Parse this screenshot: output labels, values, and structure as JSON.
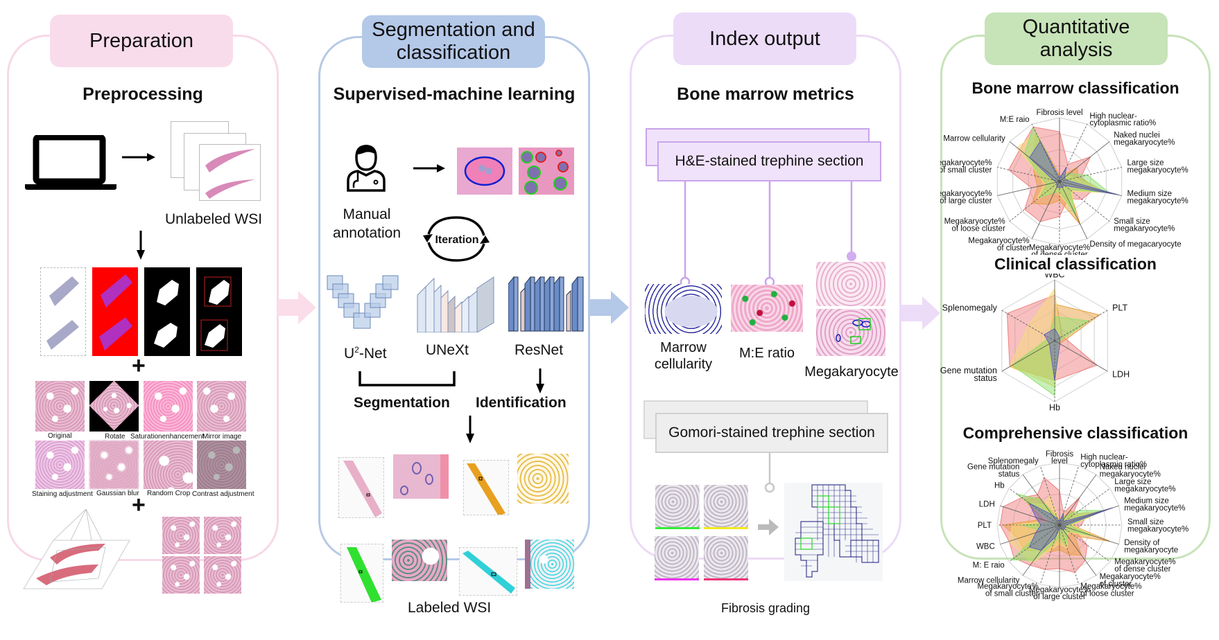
{
  "colors": {
    "preparation": "#f9dceb",
    "segmentation": "#b4c8e8",
    "index": "#ecdcf8",
    "quantitative": "#c7e3b8",
    "radar_red": "#f08080",
    "radar_orange": "#f0a050",
    "radar_yellow": "#f5e08a",
    "radar_blue": "#7070c0",
    "radar_green": "#90e070"
  },
  "panels": [
    {
      "header": "Preparation",
      "subtitle": "Preprocessing",
      "unlabeled_wsi": "Unlabeled WSI",
      "augmentations_row1": [
        "Original",
        "Rotate",
        "Saturationenhancement",
        "Mirror image"
      ],
      "augmentations_row2": [
        "Staining adjustment",
        "Gaussian blur",
        "Random Crop",
        "Contrast adjustment"
      ],
      "icons": [
        "laptop-icon",
        "arrow-right-icon",
        "arrow-down-icon",
        "plus-icon"
      ]
    },
    {
      "header_line1": "Segmentation and",
      "header_line2": "classification",
      "subtitle": "Supervised-machine learning",
      "manual_annotation_line1": "Manual",
      "manual_annotation_line2": "annotation",
      "iteration": "Iteration",
      "models": [
        {
          "name_prefix": "U",
          "name_sup": "2",
          "name_suffix": "-Net"
        },
        {
          "name": "UNeXt"
        },
        {
          "name": "ResNet"
        }
      ],
      "segmentation": "Segmentation",
      "identification": "Identification",
      "labeled_wsi": "Labeled WSI"
    },
    {
      "header": "Index output",
      "subtitle": "Bone marrow metrics",
      "he_section": "H&E-stained trephine section",
      "metrics": [
        {
          "line1": "Marrow",
          "line2": "cellularity"
        },
        {
          "line1": "M:E ratio"
        },
        {
          "line1": "Megakaryocyte"
        }
      ],
      "gomori_section": "Gomori-stained trephine section",
      "fibrosis": "Fibrosis grading",
      "fibrosis_grade_colors": [
        "#33ee33",
        "#f4e81c",
        "#ee33ee",
        "#ee3377"
      ]
    },
    {
      "header_line1": "Quantitative",
      "header_line2": "analysis"
    }
  ],
  "chart_data": [
    {
      "type": "radar",
      "title": "Bone marrow classification",
      "axes": [
        "Fibrosis level",
        "High nuclear-cytoplasmic ratio%",
        "Naked nuclei megakaryocyte%",
        "Large size megakaryocyte%",
        "Medium size megakaryocyte%",
        "Small size megakaryocyte%",
        "Density of megacaryocyte",
        "Megakaryocyte% of dense cluster",
        "Megakaryocyte% of  cluster",
        "Megakaryocyte% of loose cluster",
        "Megakaryocyte% of large cluster",
        "Megakaryocyte% of small cluster",
        "Marrow cellularity",
        "M:E raio"
      ],
      "axis_labels_display": [
        [
          "Fibrosis level"
        ],
        [
          "High nuclear-",
          "cytoplasmic ratio%"
        ],
        [
          "Naked nuclei",
          "megakaryocyte%"
        ],
        [
          "Large size",
          "megakaryocyte%"
        ],
        [
          "Medium size",
          "megakaryocyte%"
        ],
        [
          "Small size",
          "megakaryocyte%"
        ],
        [
          "Density of megacaryocyte"
        ],
        [
          "Megakaryocyte%",
          "of dense cluster"
        ],
        [
          "Megakaryocyte%",
          "of  cluster"
        ],
        [
          "Megakaryocyte%",
          "of loose cluster"
        ],
        [
          "Megakaryocyte%",
          "of large cluster"
        ],
        [
          "Megakaryocyte%",
          "of small cluster"
        ],
        [
          "Marrow cellularity"
        ],
        [
          "M:E raio"
        ]
      ],
      "range": [
        0,
        1
      ],
      "grid_levels": 4,
      "series": [
        {
          "name": "red",
          "color": "#f08080",
          "values": [
            0.78,
            0.3,
            0.62,
            0.35,
            0.55,
            0.45,
            0.3,
            0.55,
            0.7,
            0.7,
            0.45,
            0.82,
            0.8,
            0.95
          ]
        },
        {
          "name": "orange",
          "color": "#e9a040",
          "values": [
            0.1,
            0.1,
            0.35,
            0.3,
            0.75,
            0.2,
            0.75,
            0.3,
            0.4,
            0.55,
            0.35,
            0.4,
            0.55,
            0.85
          ]
        },
        {
          "name": "yellow",
          "color": "#f4de7a",
          "values": [
            0.05,
            0.15,
            0.15,
            0.25,
            0.78,
            0.25,
            0.55,
            0.2,
            0.15,
            0.45,
            0.25,
            0.3,
            0.85,
            0.85
          ]
        },
        {
          "name": "green",
          "color": "#90e070",
          "values": [
            0.05,
            0.1,
            0.2,
            0.45,
            0.8,
            0.2,
            0.6,
            0.15,
            0.2,
            0.4,
            0.2,
            0.3,
            0.7,
            0.95
          ]
        },
        {
          "name": "blue",
          "color": "#6060c0",
          "values": [
            0.05,
            0.25,
            0.1,
            0.1,
            0.95,
            0.1,
            0.1,
            0.1,
            0.1,
            0.05,
            0.05,
            0.1,
            0.6,
            0.7
          ]
        }
      ]
    },
    {
      "type": "radar",
      "title": "Clinical classification",
      "axes": [
        "WBC",
        "PLT",
        "LDH",
        "Hb",
        "Gene mutation status",
        "Splenomegaly"
      ],
      "axis_labels_display": [
        [
          "WBC"
        ],
        [
          "PLT"
        ],
        [
          "LDH"
        ],
        [
          "Hb"
        ],
        [
          "Gene mutation",
          "status"
        ],
        [
          "Splenomegaly"
        ]
      ],
      "range": [
        0,
        1
      ],
      "grid_levels": 4,
      "series": [
        {
          "name": "red",
          "color": "#f08080",
          "values": [
            0.75,
            0.15,
            0.8,
            0.65,
            0.85,
            0.9
          ]
        },
        {
          "name": "orange",
          "color": "#e9a040",
          "values": [
            0.6,
            0.85,
            0.1,
            0.65,
            0.85,
            0.1
          ]
        },
        {
          "name": "yellow",
          "color": "#f4de7a",
          "values": [
            0.85,
            0.1,
            0.1,
            0.75,
            0.85,
            0.5
          ]
        },
        {
          "name": "green",
          "color": "#90e070",
          "values": [
            0.4,
            0.65,
            0.05,
            0.9,
            0.8,
            0.1
          ]
        },
        {
          "name": "blue",
          "color": "#6060c0",
          "values": [
            0.2,
            0.1,
            0.1,
            0.65,
            0.1,
            0.2
          ]
        }
      ]
    },
    {
      "type": "radar",
      "title": "Comprehensive classification",
      "axes": [
        "Fibrosis level",
        "High nuclear-cytoplasmic ratio%",
        "Naked nuclei megakaryocyte%",
        "Large size megakaryocyte%",
        "Medium size megakaryocyte%",
        "Small size megakaryocyte%",
        "Density of megakaryocyte",
        "Megakaryocyte% of dense cluster",
        "Megakaryocyte% of  cluster",
        "Megakaryocyte% of loose cluster",
        "Megakaryocyte% of large cluster",
        "Megakaryocyte% of small cluster",
        "Marrow cellularity",
        "M: E raio",
        "WBC",
        "PLT",
        "LDH",
        "Hb",
        "Gene mutation status",
        "Splenomegaly"
      ],
      "axis_labels_display": [
        [
          "Fibrosis",
          "level"
        ],
        [
          "High nuclear-",
          "cytoplasmic ratio%"
        ],
        [
          "Naked nuclei",
          "megakaryocyte%"
        ],
        [
          "Large size",
          "megakaryocyte%"
        ],
        [
          "Medium size",
          "megakaryocyte%"
        ],
        [
          "Small size",
          "megakaryocyte%"
        ],
        [
          "Density of",
          "megakaryocyte"
        ],
        [
          "Megakaryocyte%",
          "of dense cluster"
        ],
        [
          "Megakaryocyte%",
          "of  cluster"
        ],
        [
          "Megakaryocyte%",
          "of loose cluster"
        ],
        [
          "Megakaryocyte%",
          "of large cluster"
        ],
        [
          "Megakaryocyte%",
          "of small cluster"
        ],
        [
          "Marrow cellularity"
        ],
        [
          "M: E raio"
        ],
        [
          "WBC"
        ],
        [
          "PLT"
        ],
        [
          "LDH"
        ],
        [
          "Hb"
        ],
        [
          "Gene mutation",
          "status"
        ],
        [
          "Splenomegaly"
        ]
      ],
      "range": [
        0,
        1
      ],
      "grid_levels": 4,
      "series": [
        {
          "name": "red",
          "color": "#f08080",
          "values": [
            0.55,
            0.2,
            0.55,
            0.25,
            0.45,
            0.35,
            0.25,
            0.55,
            0.7,
            0.8,
            0.7,
            0.75,
            0.8,
            0.9,
            0.85,
            0.95,
            0.95,
            0.75,
            0.6,
            0.8
          ]
        },
        {
          "name": "orange",
          "color": "#e9a040",
          "values": [
            0.1,
            0.1,
            0.3,
            0.3,
            0.7,
            0.2,
            0.85,
            0.3,
            0.6,
            0.5,
            0.4,
            0.45,
            0.5,
            0.7,
            0.7,
            0.9,
            0.3,
            0.7,
            0.55,
            0.15
          ]
        },
        {
          "name": "yellow",
          "color": "#f4de7a",
          "values": [
            0.05,
            0.1,
            0.15,
            0.25,
            0.75,
            0.2,
            0.6,
            0.2,
            0.2,
            0.4,
            0.3,
            0.4,
            0.75,
            0.75,
            0.85,
            0.75,
            0.2,
            0.6,
            0.4,
            0.5
          ]
        },
        {
          "name": "green",
          "color": "#90e070",
          "values": [
            0.05,
            0.1,
            0.2,
            0.4,
            0.75,
            0.15,
            0.55,
            0.15,
            0.2,
            0.35,
            0.2,
            0.3,
            0.7,
            0.95,
            0.3,
            0.6,
            0.1,
            0.85,
            0.5,
            0.1
          ]
        },
        {
          "name": "blue",
          "color": "#6060c0",
          "values": [
            0.05,
            0.2,
            0.1,
            0.1,
            0.9,
            0.1,
            0.1,
            0.1,
            0.1,
            0.05,
            0.05,
            0.2,
            0.5,
            0.6,
            0.4,
            0.3,
            0.4,
            0.6,
            0.2,
            0.1
          ]
        }
      ]
    }
  ]
}
